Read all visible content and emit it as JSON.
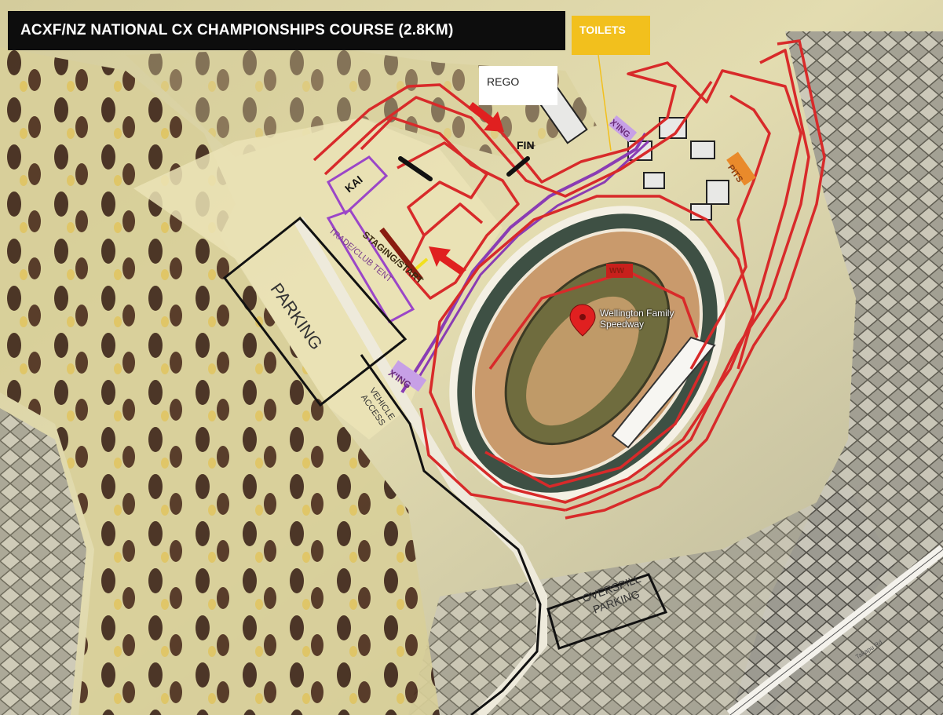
{
  "title": "ACXF/NZ NATIONAL CX CHAMPIONSHIPS COURSE  (2.8KM)",
  "labels": {
    "toilets": "TOILETS",
    "rego": "REGO",
    "fin": "FIN",
    "kai": "KAI",
    "staging": "STAGING/START",
    "trade": "TRADE/CLUB TENT",
    "parking": "PARKING",
    "vehicle_access": "VEHICLE ACCESS",
    "xing_lower": "X'ING",
    "xing_upper": "X'ING",
    "pits": "PITS",
    "ww": "WW",
    "speedway": "Wellington Family Speedway",
    "overspill": "OVERSPILL PARKING",
    "road": "Takapu Rd"
  },
  "colors": {
    "course": "#d82a2a",
    "purple_route": "#8a3cb4",
    "title_bg": "#0d0d0d",
    "toilets_bg": "#f2c01d",
    "pits_bg": "#e98a2b",
    "vehicle_access": "#111111"
  },
  "icons": {
    "pin": "map-pin-icon",
    "arrow": "direction-arrow-icon"
  }
}
